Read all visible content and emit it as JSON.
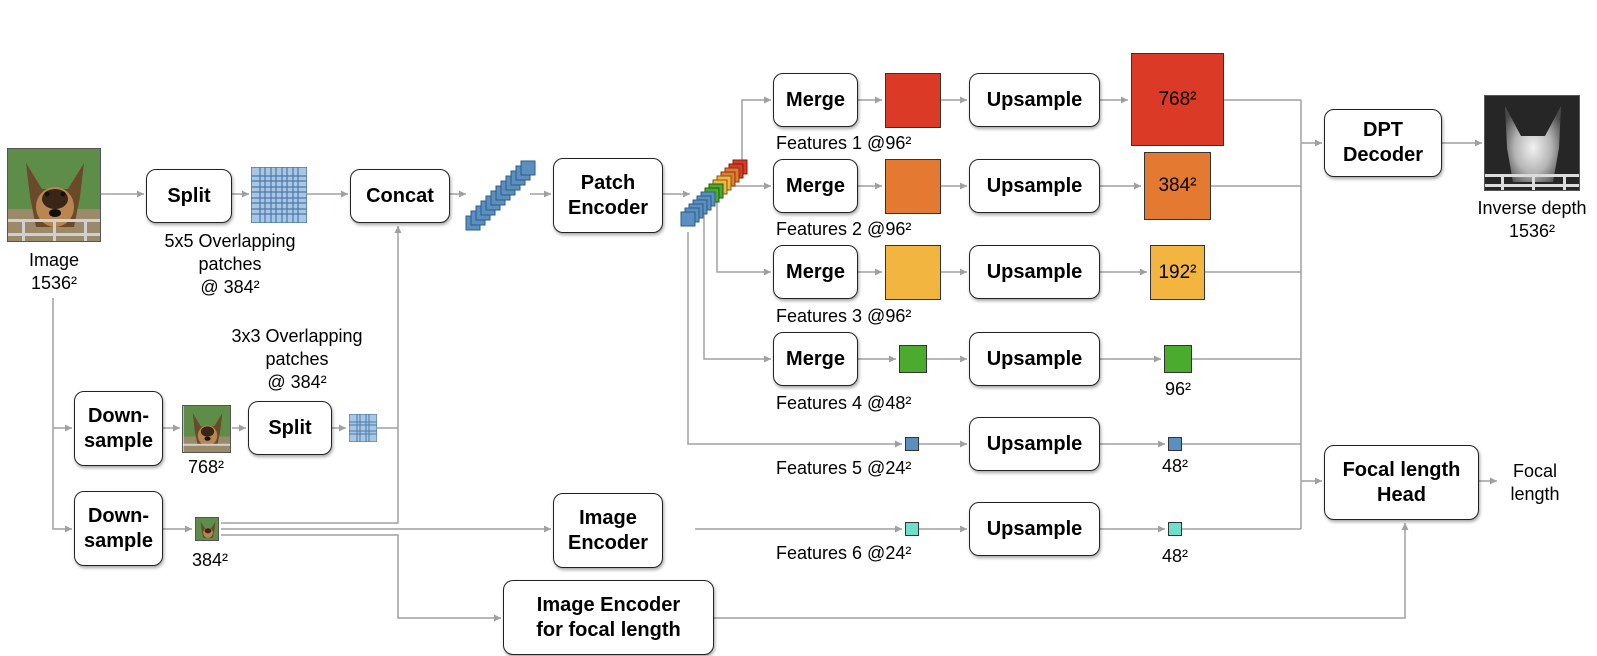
{
  "boxes": {
    "split1": "Split",
    "concat": "Concat",
    "patch_encoder": "Patch\nEncoder",
    "downsample1": "Down-\nsample",
    "split2": "Split",
    "downsample2": "Down-\nsample",
    "image_encoder": "Image\nEncoder",
    "image_encoder_focal": "Image Encoder\nfor focal length",
    "merge1": "Merge",
    "merge2": "Merge",
    "merge3": "Merge",
    "merge4": "Merge",
    "upsample1": "Upsample",
    "upsample2": "Upsample",
    "upsample3": "Upsample",
    "upsample4": "Upsample",
    "upsample5": "Upsample",
    "upsample6": "Upsample",
    "dpt_decoder": "DPT\nDecoder",
    "focal_head": "Focal length\nHead"
  },
  "labels": {
    "image": "Image\n1536²",
    "patches_5x5": "5x5 Overlapping\npatches\n@ 384²",
    "patches_3x3": "3x3 Overlapping\npatches\n@ 384²",
    "res_768": "768²",
    "res_384": "384²",
    "features_1": "Features 1 @96²",
    "features_2": "Features 2 @96²",
    "features_3": "Features 3 @96²",
    "features_4": "Features 4 @48²",
    "features_5": "Features 5 @24²",
    "features_6": "Features 6 @24²",
    "out_96": "96²",
    "out_48a": "48²",
    "out_48b": "48²",
    "inverse_depth": "Inverse depth\n1536²",
    "focal_length": "Focal\nlength"
  },
  "feature_maps": {
    "out1": "768²",
    "out2": "384²",
    "out3": "192²"
  },
  "colors": {
    "red": "#db3b26",
    "orange": "#e47a31",
    "yellow": "#f2b540",
    "green": "#4aab2f",
    "blue": "#5b8fbf",
    "teal": "#6fe0c8",
    "patch_grid": "#a9c6e4",
    "line": "#a0a0a0"
  },
  "icons": [
    "dog-photo-icon",
    "depth-map-icon",
    "patch-grid-icon",
    "token-stack-icon"
  ]
}
